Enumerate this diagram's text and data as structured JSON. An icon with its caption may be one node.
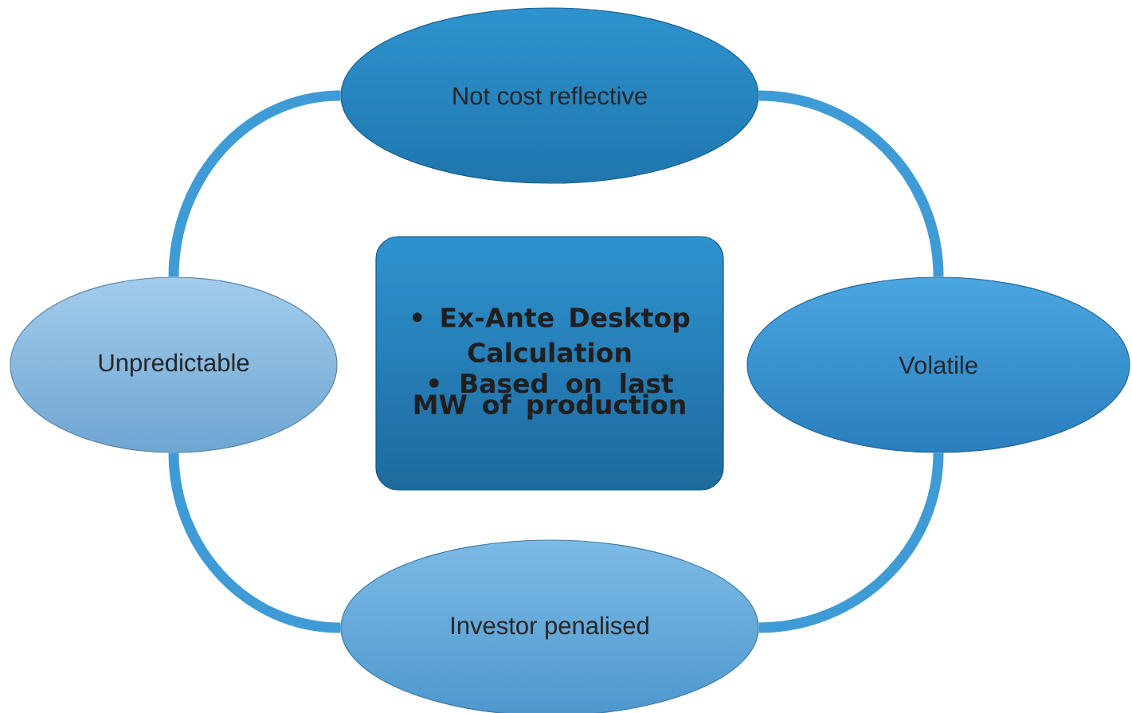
{
  "diagram": {
    "nodes": [
      {
        "text": [
          "Not cost reflective"
        ]
      },
      {
        "text": [
          "Unpredictable"
        ]
      },
      {
        "text": [
          "• Ex-Ante Desktop Calculation",
          "• Based on last MW of production"
        ]
      },
      {
        "text": [
          "Volatile"
        ]
      },
      {
        "text": [
          "Investor penalised"
        ]
      }
    ],
    "edges": [
      {
        "from": 0,
        "to": 3,
        "arrow": "none"
      },
      {
        "from": 3,
        "to": 4,
        "arrow": "none"
      },
      {
        "from": 4,
        "to": 1,
        "arrow": "none"
      },
      {
        "from": 1,
        "to": 0,
        "arrow": "none"
      }
    ]
  }
}
